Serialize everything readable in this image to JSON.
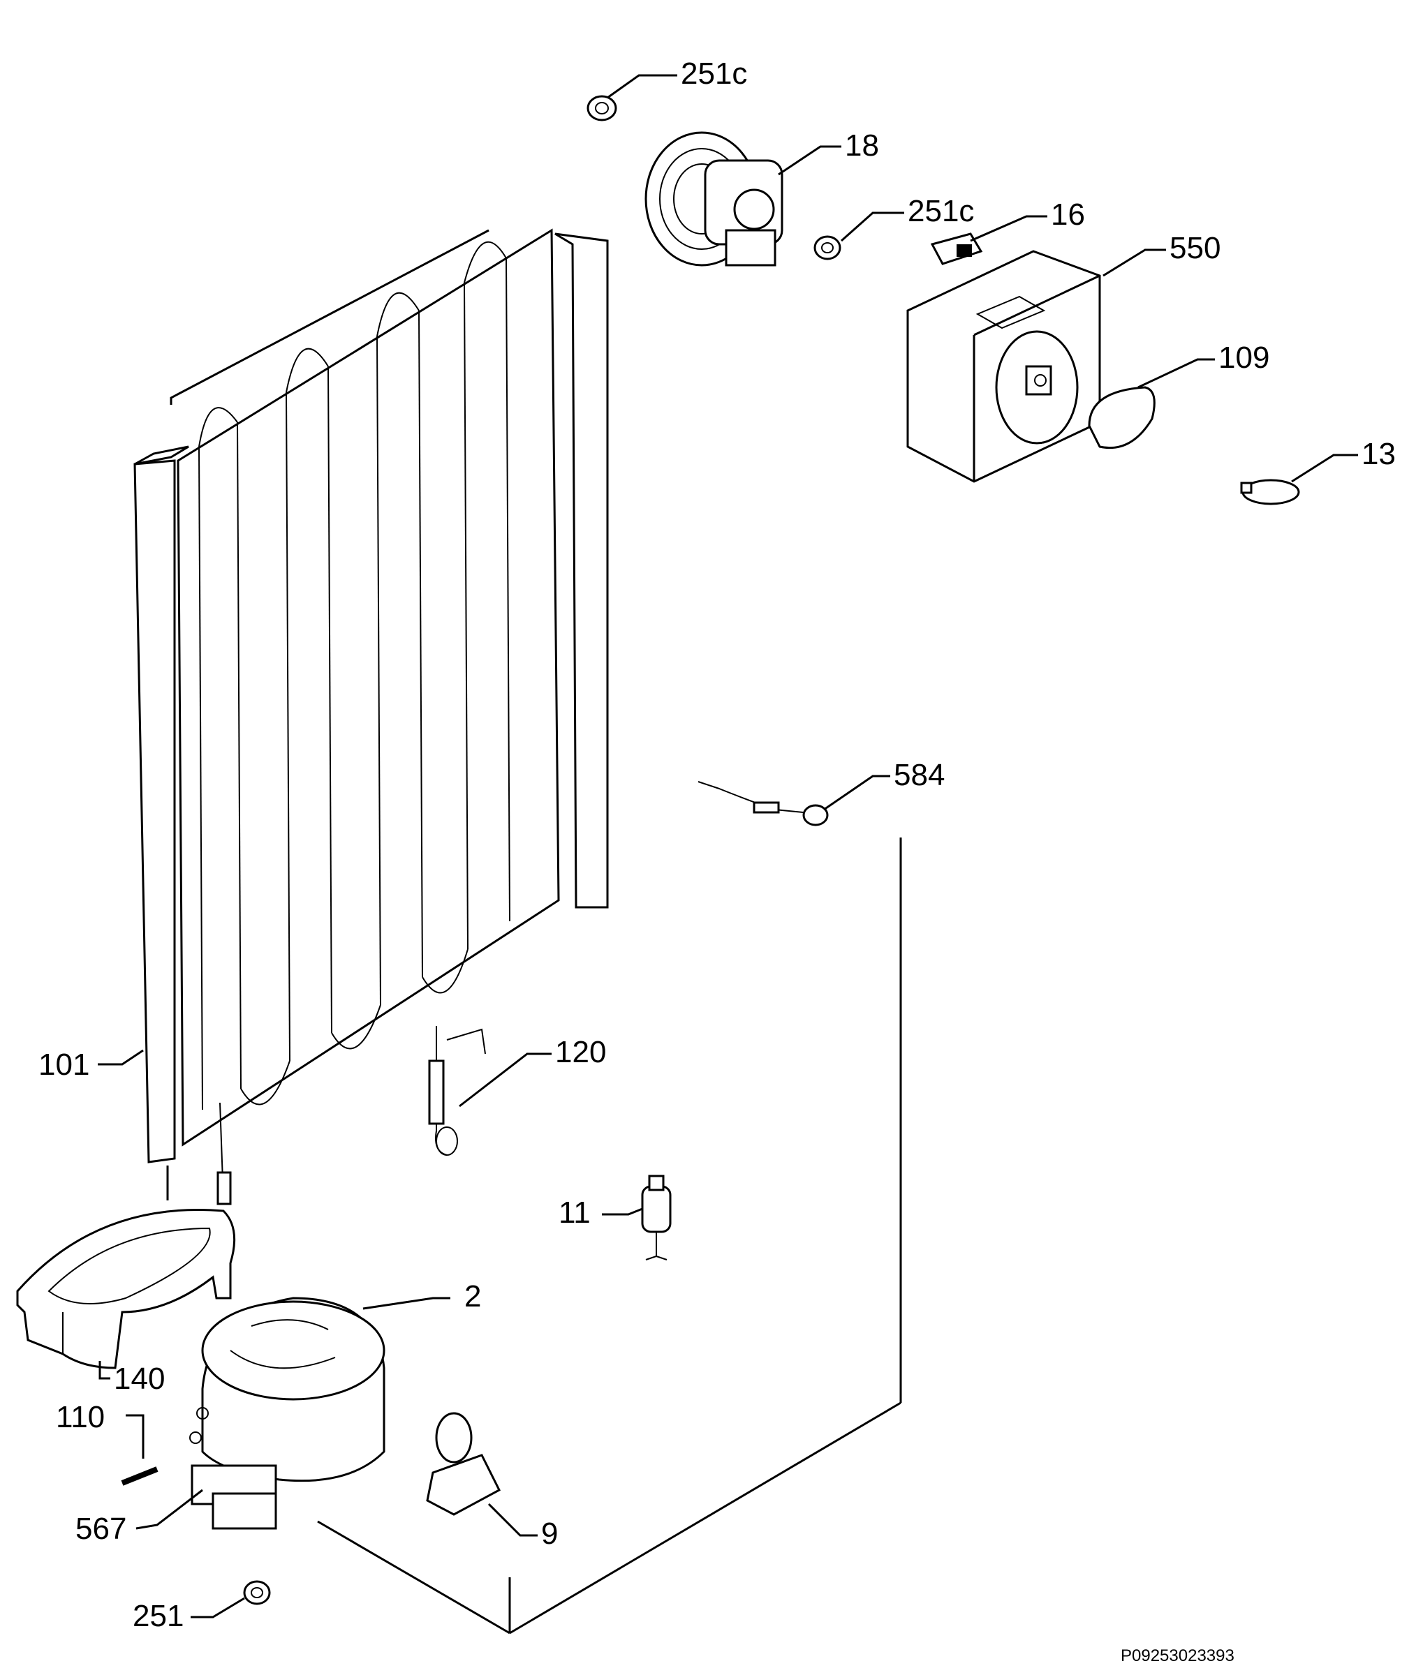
{
  "labels": {
    "p251c_top": "251c",
    "p18": "18",
    "p251c_mid": "251c",
    "p16": "16",
    "p550": "550",
    "p109": "109",
    "p13": "13",
    "p584": "584",
    "p101": "101",
    "p120": "120",
    "p11": "11",
    "p2": "2",
    "p140": "140",
    "p110": "110",
    "p567": "567",
    "p9": "9",
    "p251": "251"
  },
  "drawing_code": "P09253023393"
}
